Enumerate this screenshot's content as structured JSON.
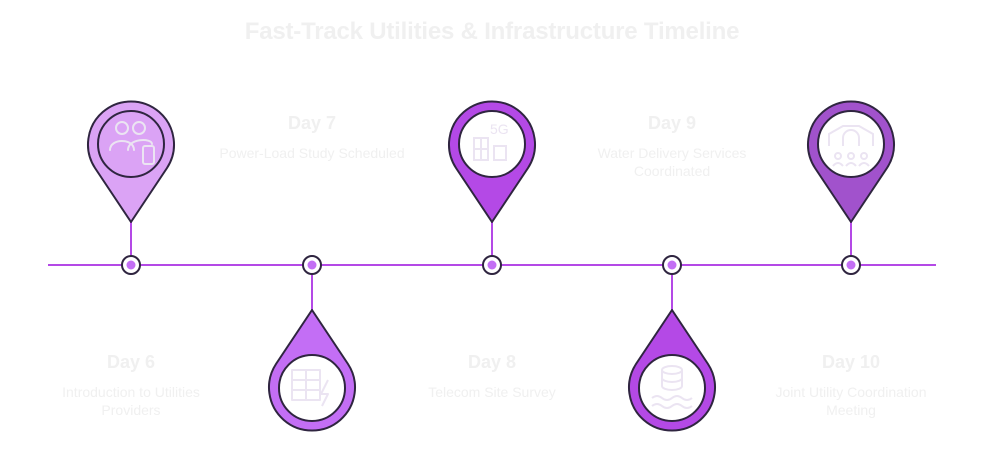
{
  "title": "Fast-Track Utilities & Infrastructure Timeline",
  "colors": {
    "line": "#b449e6",
    "outline": "#2f2540",
    "pin_light": "#dba3f5",
    "pin_mid": "#c36ef5",
    "pin_dark": "#a152cc",
    "faded_text": "#f0f0f0",
    "icon_faded": "#ebe4f2"
  },
  "milestones": [
    {
      "day": "Day 6",
      "description": "Introduction to Utilities Providers",
      "icon": "people-phone-icon"
    },
    {
      "day": "Day 7",
      "description": "Power-Load Study Scheduled",
      "icon": "power-grid-icon"
    },
    {
      "day": "Day 8",
      "description": "Telecom Site Survey",
      "icon": "5g-tower-icon"
    },
    {
      "day": "Day 9",
      "description": "Water Delivery Services Coordinated",
      "icon": "water-tank-icon"
    },
    {
      "day": "Day 10",
      "description": "Joint Utility Coordination Meeting",
      "icon": "meeting-icon"
    }
  ]
}
